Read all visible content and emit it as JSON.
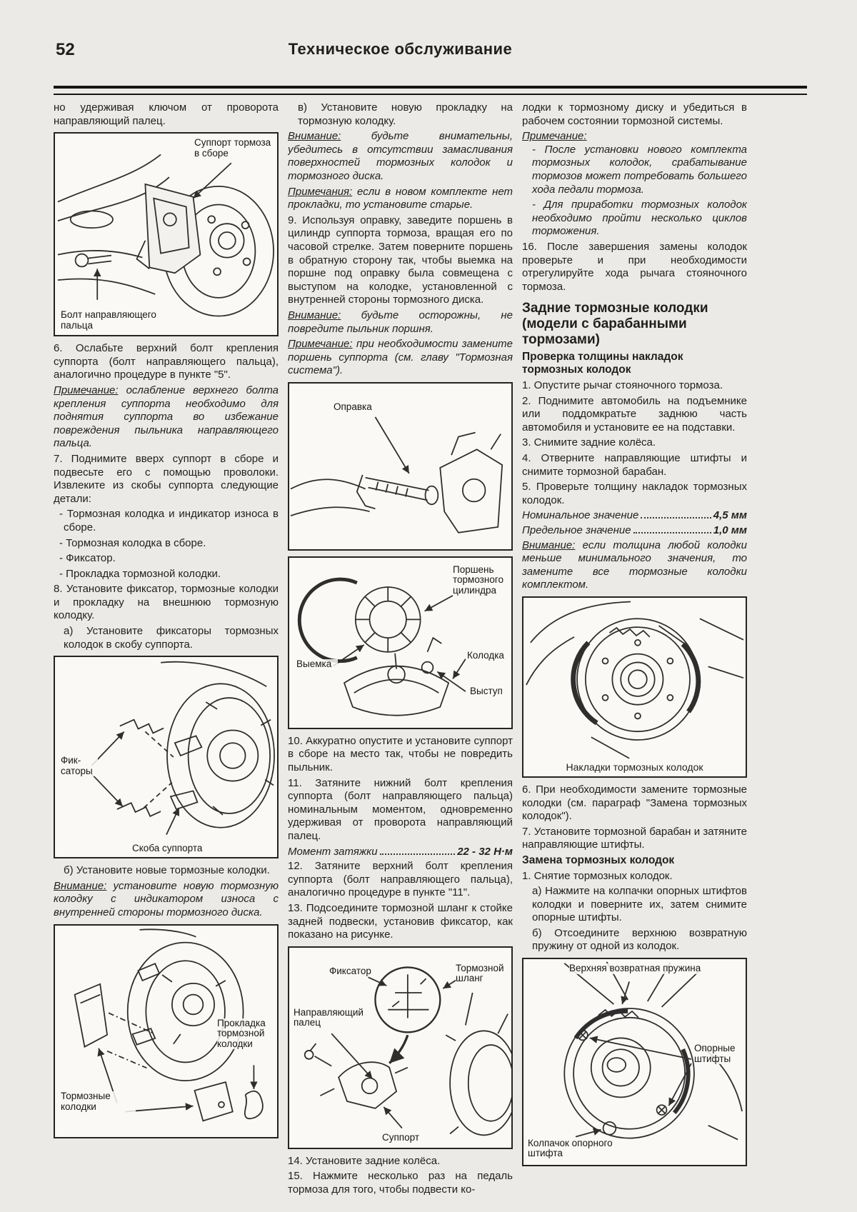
{
  "page": {
    "number": "52",
    "title": "Техническое обслуживание",
    "paper_color": "#eceae6",
    "ink_color": "#1f1f1f"
  },
  "col1": {
    "p_intro": "но удерживая ключом от проворота направляющий палец.",
    "fig1": {
      "label_caliper": "Суппорт тормоза в сборе",
      "label_bolt": "Болт направляющего пальца"
    },
    "p6": "6. Ослабьте верхний болт крепления суппорта (болт направляющего пальца), аналогично процедуре в пункте \"5\".",
    "note6_label": "Примечание:",
    "note6": "ослабление верхнего болта крепления суппорта необходимо для поднятия суппорта во избежание повреждения пыльника направляющего пальца.",
    "p7": "7. Поднимите вверх суппорт в сборе и подвесьте его с помощью проволоки. Извлеките из скобы суппорта следующие детали:",
    "li1": "- Тормозная колодка и индикатор износа в сборе.",
    "li2": "- Тормозная колодка в сборе.",
    "li3": "- Фиксатор.",
    "li4": "- Прокладка тормозной колодки.",
    "p8": "8. Установите фиксатор, тормозные колодки и прокладку на внешнюю тормозную колодку.",
    "p8a": "а) Установите фиксаторы тормозных колодок в скобу суппорта.",
    "fig2": {
      "label_clips": "Фик- саторы",
      "label_bracket": "Скоба суппорта"
    },
    "p8b": "б) Установите новые тормозные колодки.",
    "warn_label": "Внимание:",
    "warn": "установите новую тормозную колодку с индикатором износа с внутренней стороны тормозного диска.",
    "fig3": {
      "label_pads": "Тормозные колодки",
      "label_shim": "Прокладка тормозной колодки"
    }
  },
  "col2": {
    "pv": "в) Установите новую прокладку на тормозную колодку.",
    "warn1_label": "Внимание:",
    "warn1": "будьте внимательны, убедитесь в отсутствии замасливания поверхностей тормозных колодок и тормозного диска.",
    "note1_label": "Примечания:",
    "note1": "если в новом комплекте нет прокладки, то установите старые.",
    "p9": "9. Используя оправку, заведите поршень в цилиндр суппорта тормоза, вращая его по часовой стрелке. Затем поверните поршень в обратную сторону так, чтобы выемка на поршне под оправку была совмещена с выступом на колодке, установленной с внутренней стороны тормозного диска.",
    "warn2_label": "Внимание:",
    "warn2": "будьте осторожны, не повредите пыльник поршня.",
    "note2_label": "Примечание:",
    "note2": "при необходимости замените поршень суппорта (см. главу \"Тормозная система\").",
    "fig4": {
      "label_mandrel": "Оправка"
    },
    "fig5": {
      "label_piston": "Поршень тормозного цилиндра",
      "label_notch": "Выемка",
      "label_pad": "Колодка",
      "label_lug": "Выступ"
    },
    "p10": "10. Аккуратно опустите и установите суппорт в сборе на место так, чтобы не повредить пыльник.",
    "p11": "11. Затяните нижний болт крепления суппорта (болт направляющего пальца) номинальным моментом, одновременно удерживая от проворота направляющий палец.",
    "spec_torque_label": "Момент затяжки",
    "spec_torque_value": "22 - 32 Н·м",
    "p12": "12. Затяните верхний болт крепления суппорта (болт направляющего пальца), аналогично процедуре в пункте \"11\".",
    "p13": "13. Подсоедините тормозной шланг к стойке задней подвески, установив фиксатор, как показано на рисунке.",
    "fig6": {
      "label_clip": "Фиксатор",
      "label_hose": "Тормозной шланг",
      "label_pin": "Направляющий палец",
      "label_caliper": "Суппорт"
    },
    "p14": "14. Установите задние колёса.",
    "p15": "15. Нажмите несколько раз на педаль тормоза для того, чтобы подвести ко-"
  },
  "col3": {
    "p_cont": "лодки к тормозному диску и убедиться в рабочем состоянии тормозной системы.",
    "note_label": "Примечание:",
    "note_b1": "- После установки нового комплекта тормозных колодок, срабатывание тормозов может потребовать большего хода педали тормоза.",
    "note_b2": "- Для приработки тормозных колодок необходимо пройти несколько циклов торможения.",
    "p16": "16. После завершения замены колодок проверьте и при необходимости отрегулируйте хода рычага стояночного тормоза.",
    "h1": "Задние тормозные колодки (модели с барабанными тормозами)",
    "h2": "Проверка толщины накладок тормозных колодок",
    "p1": "1. Опустите рычаг стояночного тормоза.",
    "p2": "2. Поднимите автомобиль на подъемнике или поддомкратьте заднюю часть автомобиля и установите ее на подставки.",
    "p3": "3. Снимите задние колёса.",
    "p4": "4. Отверните направляющие штифты и снимите тормозной барабан.",
    "p5": "5. Проверьте толщину накладок тормозных колодок.",
    "spec1_label": "Номинальное значение",
    "spec1_value": "4,5 мм",
    "spec2_label": "Предельное значение",
    "spec2_value": "1,0 мм",
    "warn_label": "Внимание:",
    "warn": "если толщина любой колодки меньше минимального значения, то замените все тормозные колодки комплектом.",
    "fig7": {
      "caption": "Накладки тормозных колодок"
    },
    "p6r": "6. При необходимости замените тормозные колодки (см. параграф \"Замена тормозных колодок\").",
    "p7r": "7. Установите тормозной барабан и затяните направляющие штифты.",
    "h3": "Замена тормозных колодок",
    "p1r": "1. Снятие тормозных колодок.",
    "p1ra": "а) Нажмите на колпачки опорных штифтов колодки и поверните их, затем снимите опорные штифты.",
    "p1rb": "б) Отсоедините верхнюю возвратную пружину от одной из колодок.",
    "fig8": {
      "label_spring": "Верхняя возвратная пружина",
      "label_pins": "Опорные штифты",
      "label_cap": "Колпачок опорного штифта"
    }
  }
}
